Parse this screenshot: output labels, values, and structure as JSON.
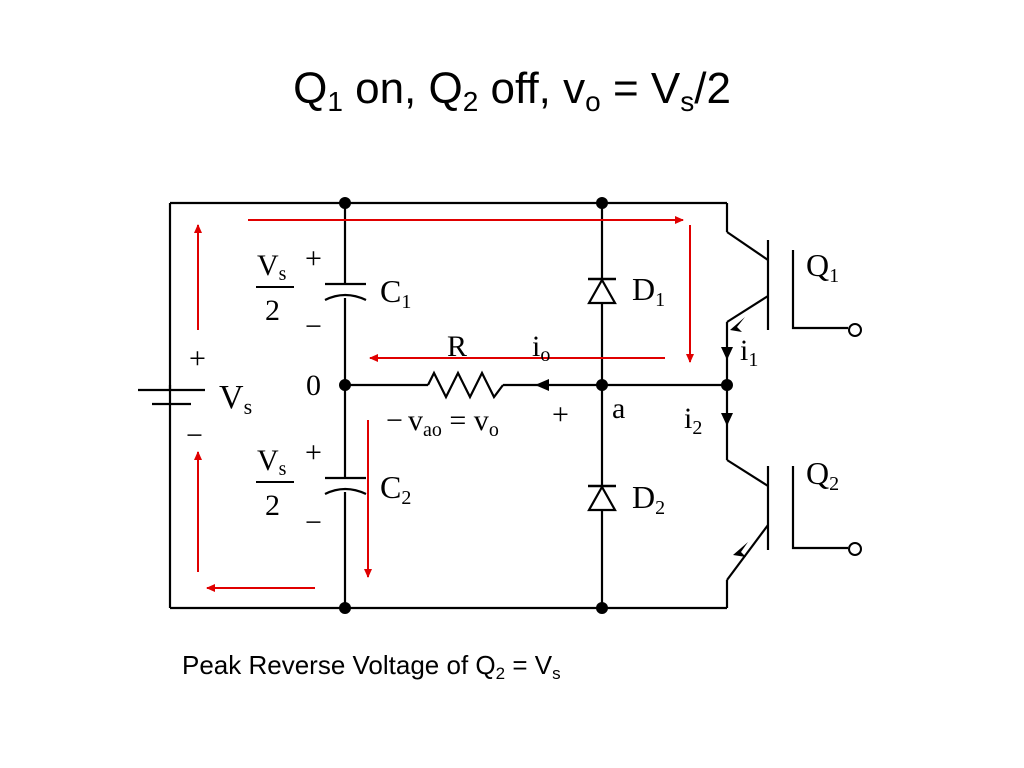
{
  "title": {
    "q1": "Q",
    "q1_sub": "1",
    "on": " on, ",
    "q2": "Q",
    "q2_sub": "2",
    "off": " off, ",
    "v": "v",
    "v_sub": "o",
    "eq": " = V",
    "vs_sub": "s",
    "tail": "/2"
  },
  "caption": {
    "prefix": "Peak Reverse Voltage of Q",
    "q_sub": "2",
    "middle": " = V",
    "v_sub": "s"
  },
  "circuit": {
    "source_plus": "+",
    "source_minus": "−",
    "source_V": "V",
    "source_sub": "s",
    "c1_num_V": "V",
    "c1_num_sub": "s",
    "c1_den": "2",
    "c1_plus": "+",
    "c1_minus": "−",
    "c1_name": "C",
    "c1_sub": "1",
    "c2_num_V": "V",
    "c2_num_sub": "s",
    "c2_den": "2",
    "c2_plus": "+",
    "c2_minus": "−",
    "c2_name": "C",
    "c2_sub": "2",
    "node_0": "0",
    "node_a": "a",
    "R": "R",
    "io": "i",
    "io_sub": "o",
    "vao_minus": "−",
    "vao_v": "v",
    "vao_sub": "ao",
    "vao_eq": " = v",
    "vo_sub": "o",
    "vao_plus": "+",
    "D1": "D",
    "D1_sub": "1",
    "D2": "D",
    "D2_sub": "2",
    "Q1": "Q",
    "Q1_sub": "1",
    "Q2": "Q",
    "Q2_sub": "2",
    "i1": "i",
    "i1_sub": "1",
    "i2": "i",
    "i2_sub": "2"
  },
  "colors": {
    "wire": "#000000",
    "current_path": "#e00000"
  }
}
